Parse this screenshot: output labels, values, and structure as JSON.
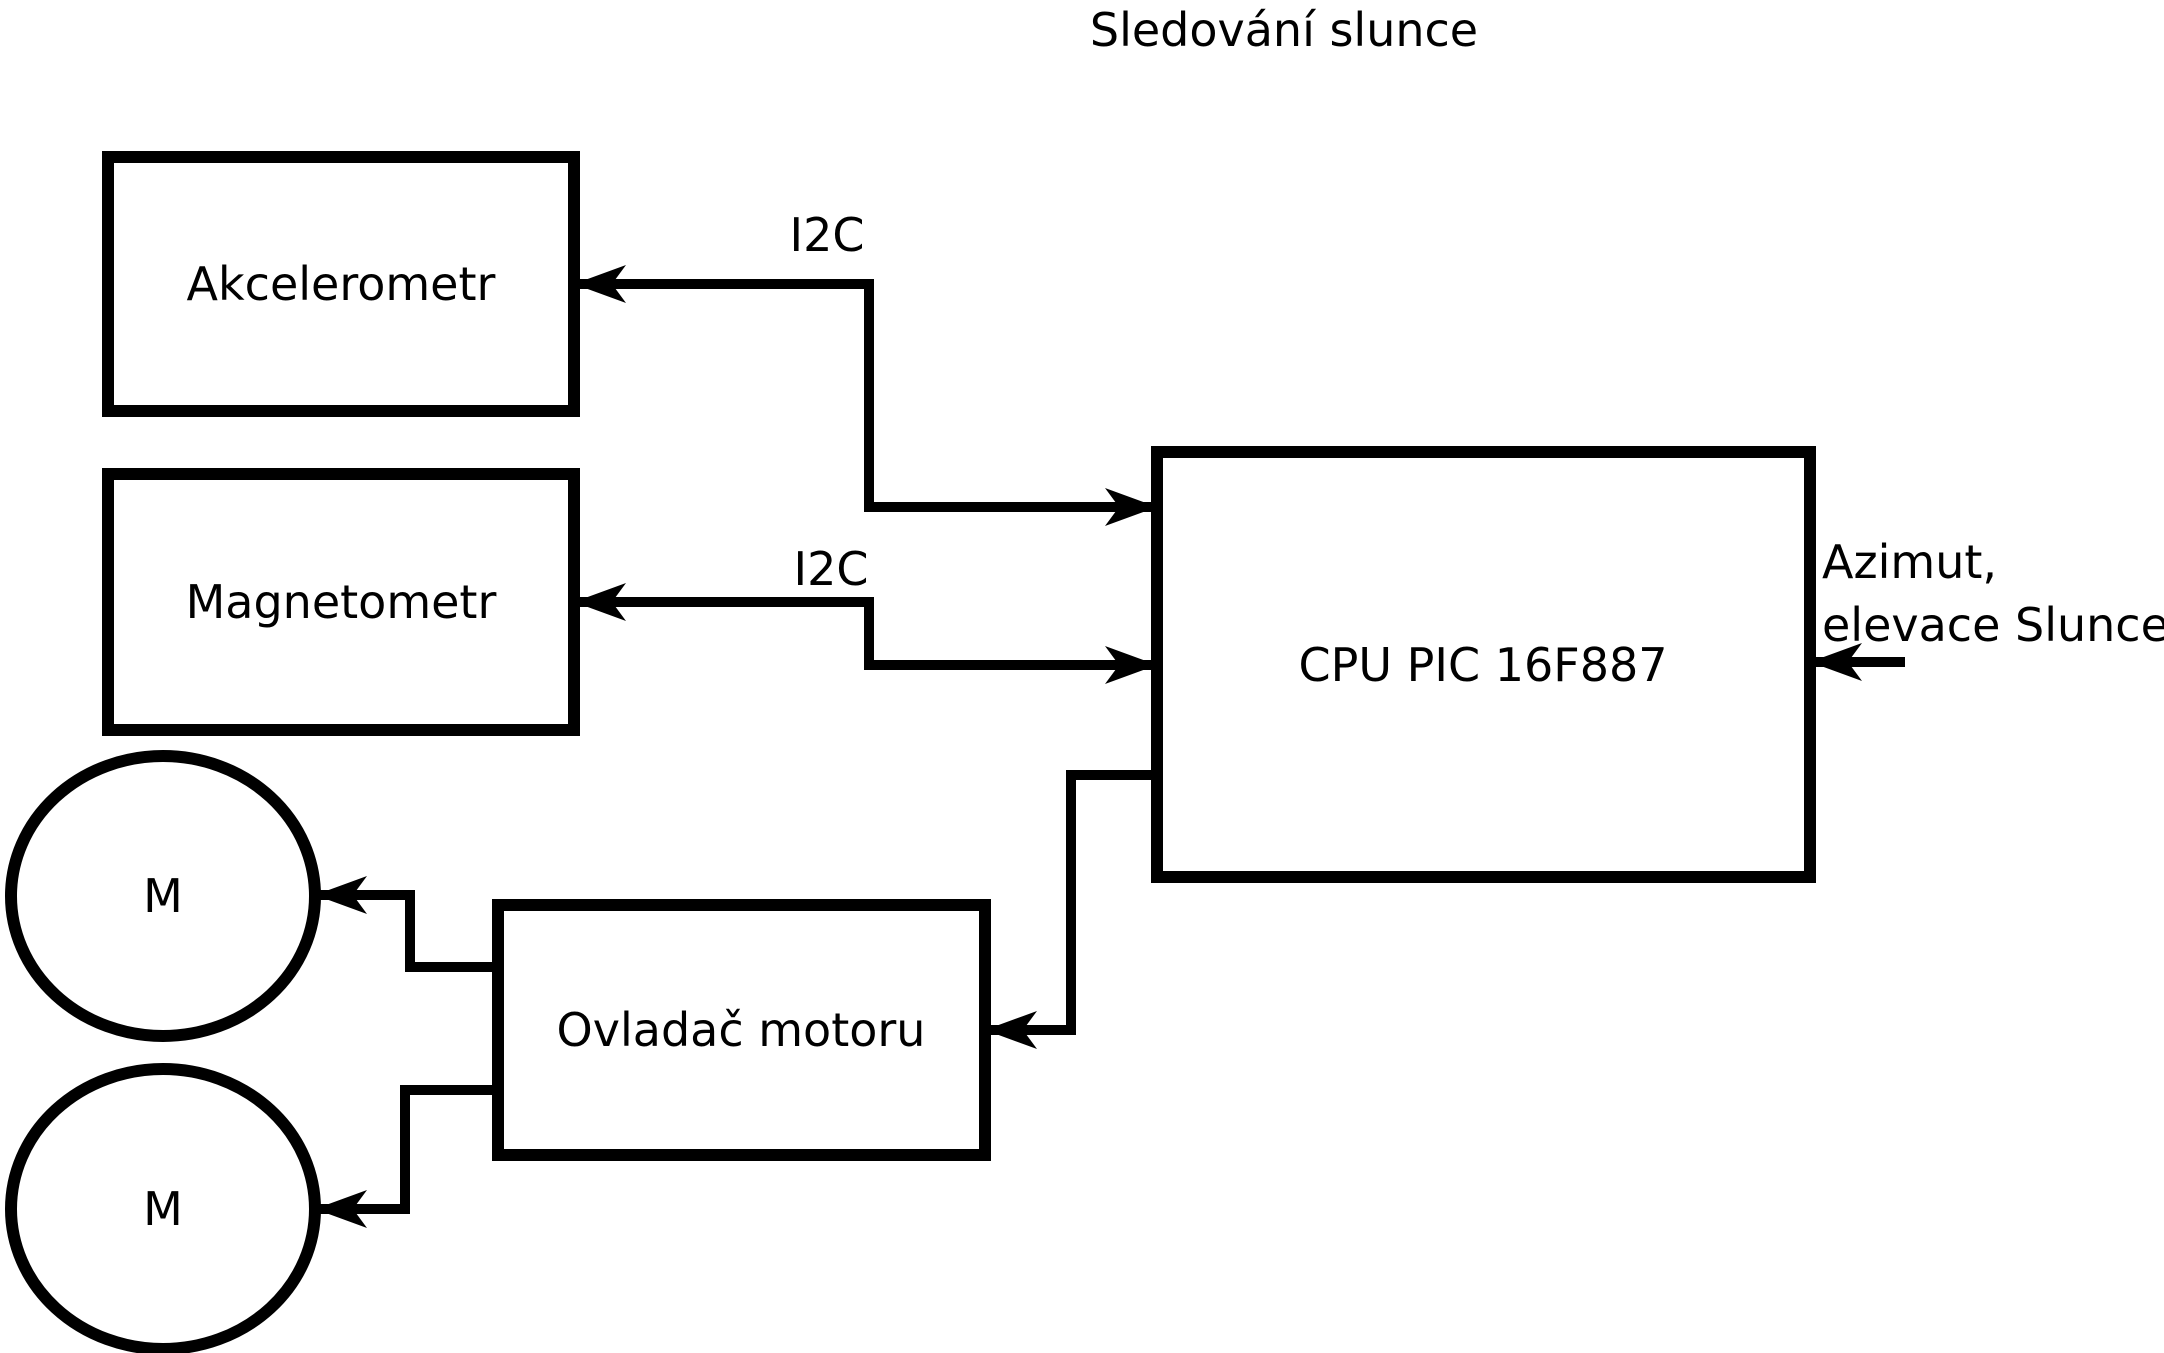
{
  "title": "Sledování slunce",
  "colors": {
    "stroke": "#000000",
    "background": "#ffffff"
  },
  "nodes": {
    "akcelerometr": {
      "label": "Akcelerometr",
      "shape": "box"
    },
    "magnetometr": {
      "label": "Magnetometr",
      "shape": "box"
    },
    "cpu": {
      "label": "CPU PIC 16F887",
      "shape": "box"
    },
    "ovladac_motoru": {
      "label": "Ovladač motoru",
      "shape": "box"
    },
    "motor_1": {
      "label": "M",
      "shape": "circle"
    },
    "motor_2": {
      "label": "M",
      "shape": "circle"
    }
  },
  "edge_labels": {
    "i2c_akcelerometr": "I2C",
    "i2c_magnetometr": "I2C"
  },
  "annotations": {
    "azimut_line1": "Azimut,",
    "azimut_line2": "elevace Slunce"
  }
}
